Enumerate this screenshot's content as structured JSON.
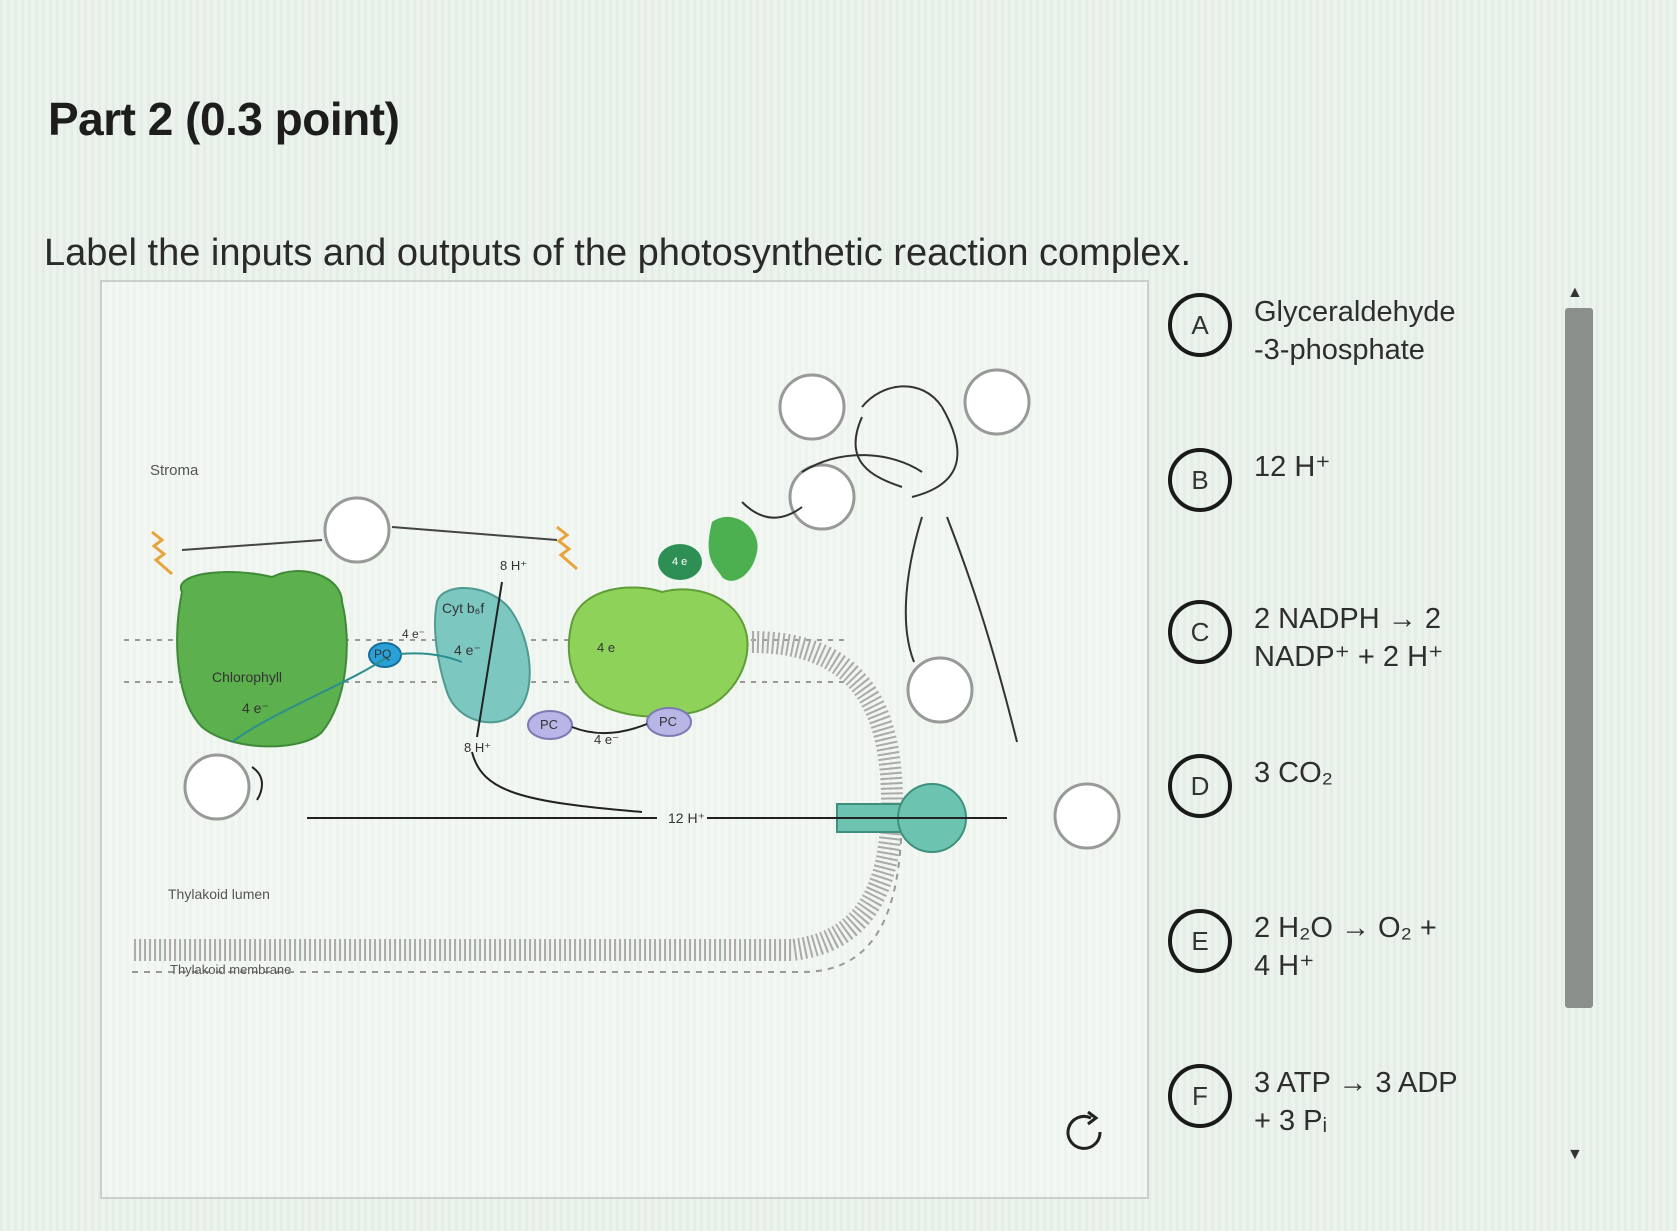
{
  "part": {
    "title": "Part 2   (0.3 point)"
  },
  "question": "Label the inputs and outputs of the photosynthetic reaction complex.",
  "diagram": {
    "labels": {
      "stroma": "Stroma",
      "chlorophyll": "Chlorophyll",
      "electrons_ps2": "4 e⁻",
      "pq": "PQ",
      "pq_electrons": "4 e⁻",
      "cyt": "Cyt b₆f",
      "cyt_electrons": "4 e⁻",
      "protons_top": "8 H⁺",
      "protons_bottom": "8 H⁺",
      "pc_left": "PC",
      "pc_right": "PC",
      "pc_electrons": "4 e⁻",
      "ps1_electrons": "4 e",
      "fd_electrons": "4 e",
      "protons_synthase": "12 H⁺",
      "lumen": "Thylakoid lumen",
      "membrane": "Thylakoid membrane"
    },
    "colors": {
      "ps2": "#5cb04e",
      "ps1": "#8fd25a",
      "cyt": "#7cc8c0",
      "pq": "#2aa0d8",
      "pc": "#b8b6e6",
      "synthase": "#6cc4b0",
      "fd": "#2e8f54"
    }
  },
  "reset_icon": "reset-icon",
  "options": [
    {
      "letter": "A",
      "text": "Glyceraldehyde\n-3-phosphate"
    },
    {
      "letter": "B",
      "text": "12 H⁺"
    },
    {
      "letter": "C",
      "text": "2 NADPH → 2\nNADP⁺ + 2 H⁺"
    },
    {
      "letter": "D",
      "text": "3 CO₂"
    },
    {
      "letter": "E",
      "text": "2 H₂O → O₂ +\n4 H⁺"
    },
    {
      "letter": "F",
      "text": "3 ATP → 3 ADP\n+ 3 Pᵢ"
    }
  ],
  "scrollbar": {
    "up": "▲",
    "down": "▼"
  }
}
